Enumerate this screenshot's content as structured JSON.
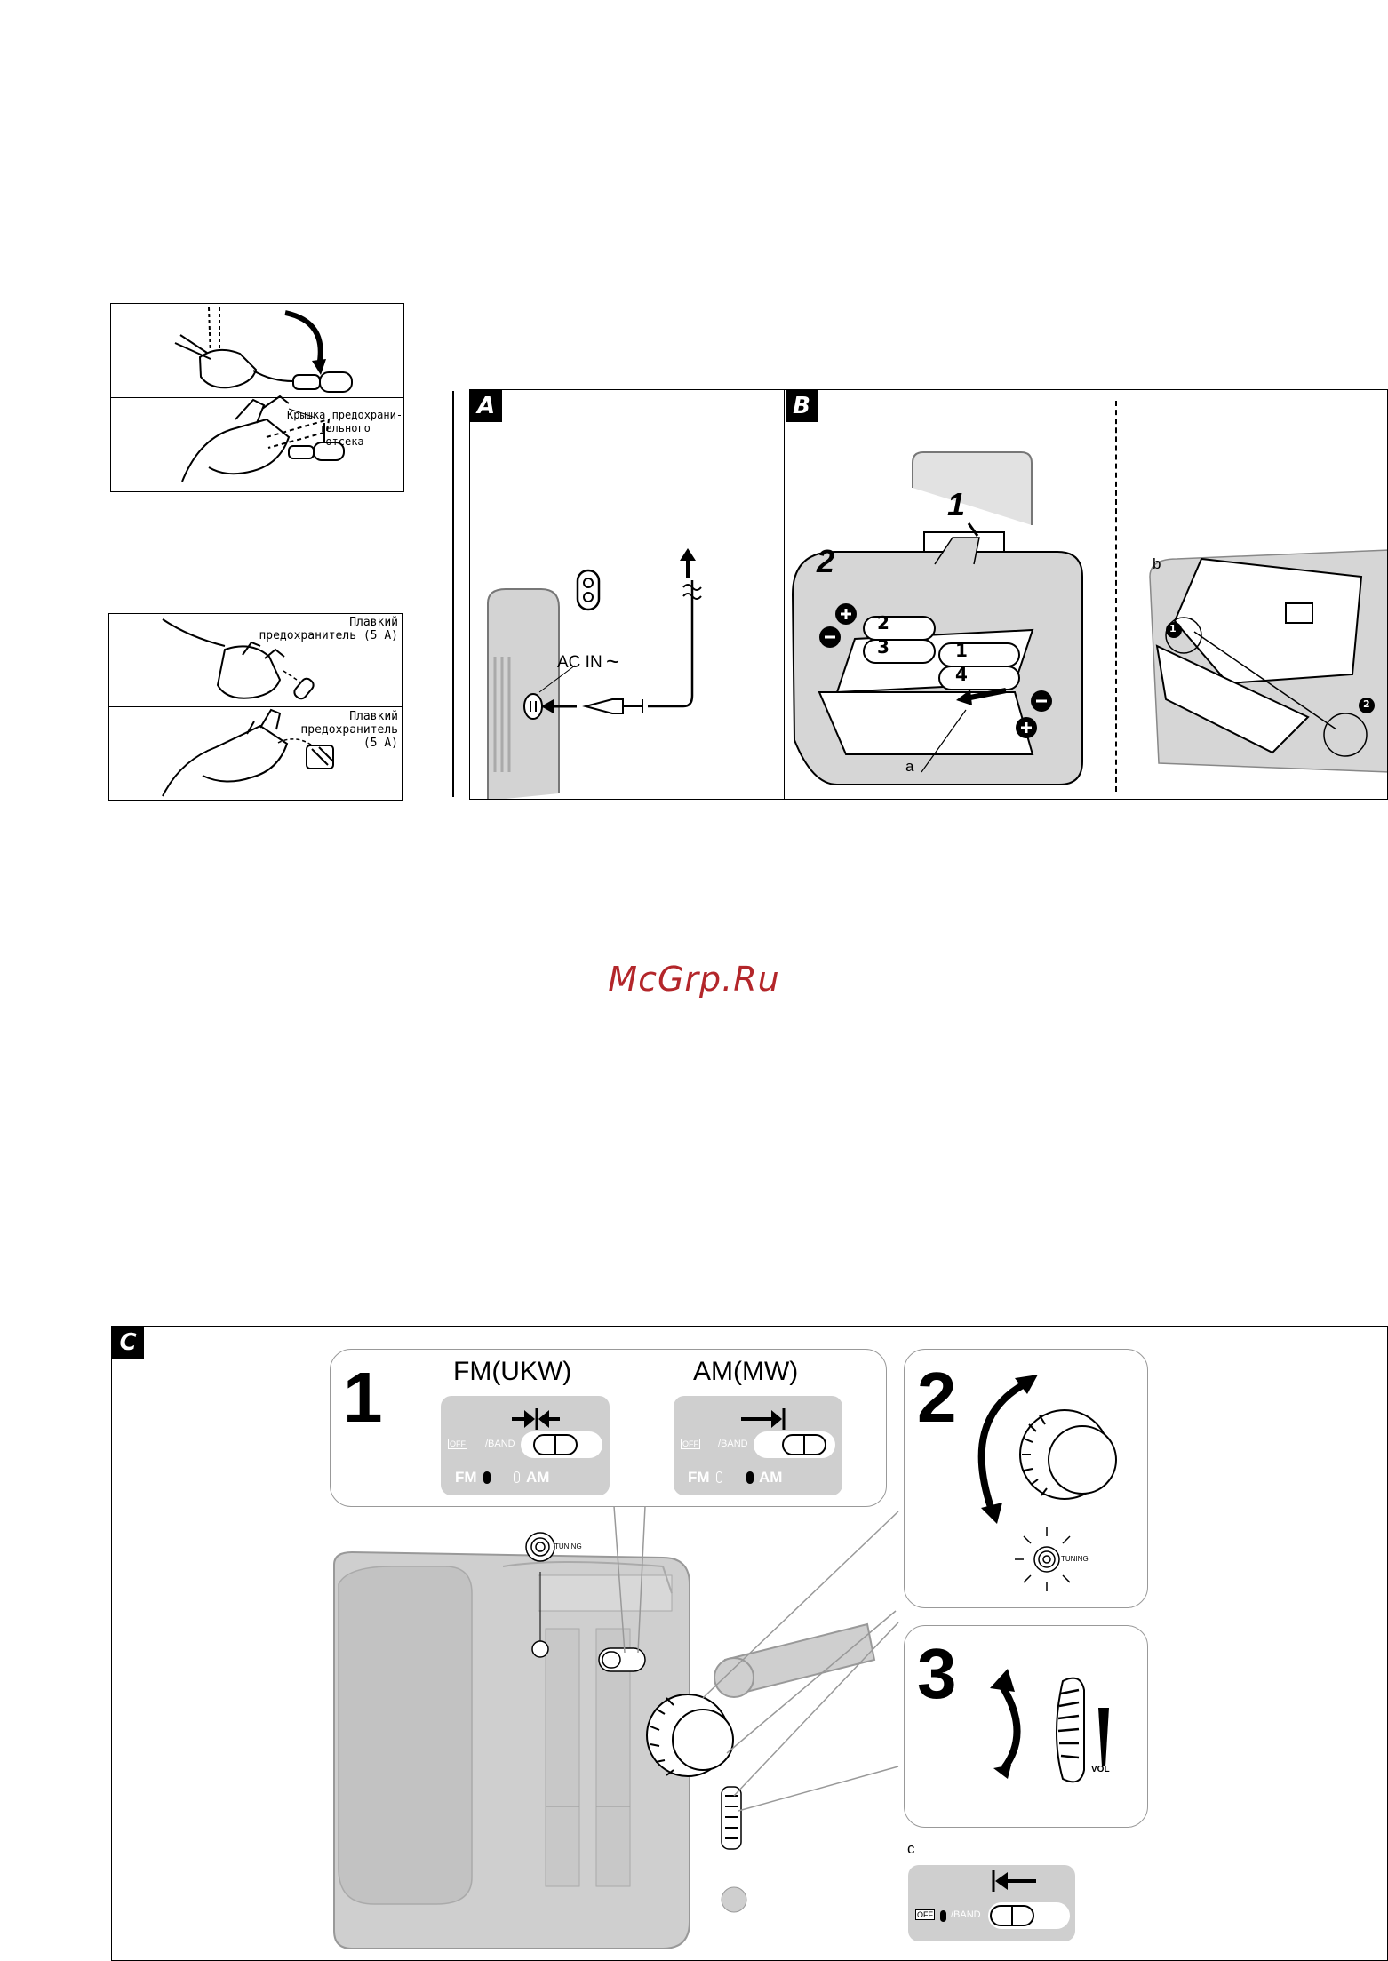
{
  "fuse_diagram_top": {
    "cover_label": "Крышка предохрани-\nтельного\nотсека"
  },
  "fuse_diagram_bottom": {
    "fuse_label_1": "Плавкий\nпредохранитель (5 A)",
    "fuse_label_2": "Плавкий\nпредохранитель\n(5 A)"
  },
  "panel_a": {
    "letter": "A",
    "ac_in_label": "AC IN",
    "ac_symbol": "~"
  },
  "panel_b": {
    "letter": "B",
    "step_1": "1",
    "step_2": "2",
    "label_a": "a",
    "label_b": "b",
    "batteries": [
      "2",
      "3",
      "1",
      "4"
    ],
    "markers": [
      "1",
      "2"
    ]
  },
  "watermark": "McGrp.Ru",
  "panel_c": {
    "letter": "C",
    "step_1": "1",
    "step_2": "2",
    "step_3": "3",
    "fm_title": "FM(UKW)",
    "am_title": "AM(MW)",
    "off_label": "OFF",
    "band_label": "/BAND",
    "fm_label": "FM",
    "am_label": "AM",
    "tuning_label": "TUNING",
    "vol_label": "VOL",
    "label_c": "c"
  }
}
